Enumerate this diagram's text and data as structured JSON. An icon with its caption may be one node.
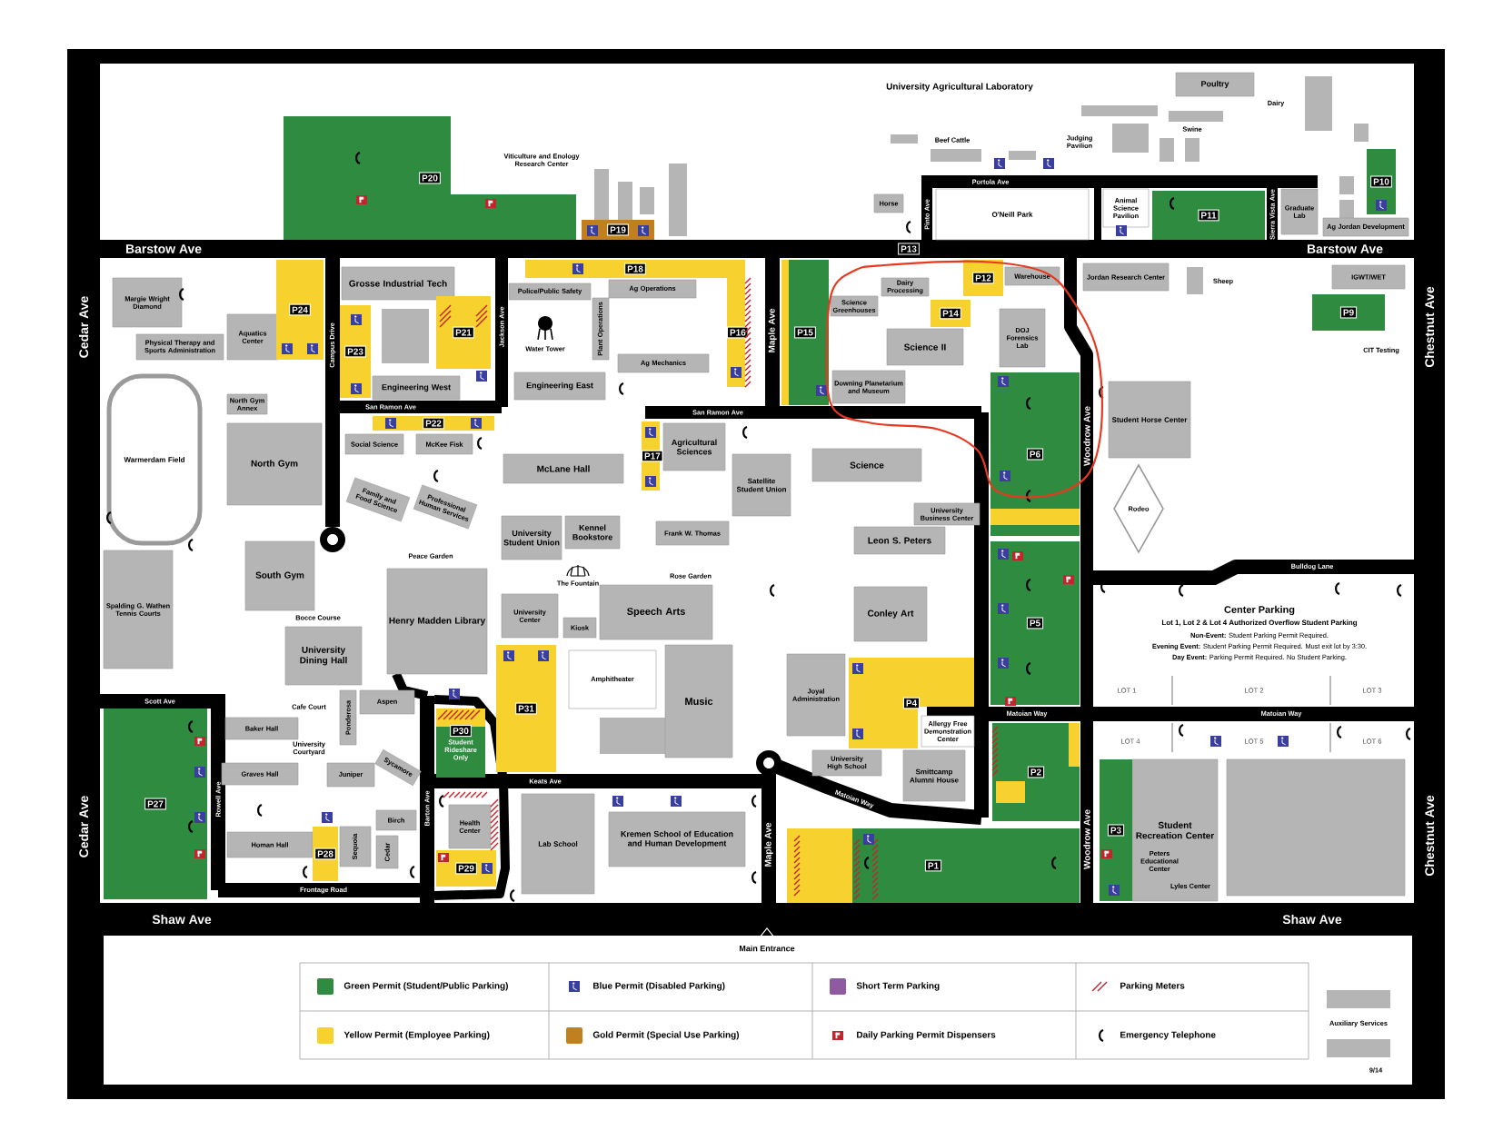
{
  "diagram": {
    "nodes": [
      {
        "text": [
          "Poultry"
        ]
      },
      {
        "text": [
          "Animal Science Pavilion"
        ]
      },
      {
        "text": [
          "O'Neill Park"
        ]
      },
      {
        "text": [
          "Horse"
        ]
      },
      {
        "text": [
          "Graduate Lab"
        ]
      },
      {
        "text": [
          "Ag Jordan Development"
        ]
      },
      {
        "text": [
          "Margie Wright Diamond"
        ]
      },
      {
        "text": [
          "Grosse Industrial Tech"
        ]
      },
      {
        "text": [
          "Police/Public Safety"
        ]
      },
      {
        "text": [
          "Ag Operations"
        ]
      },
      {
        "text": [
          "Plant Operations"
        ]
      },
      {
        "text": [
          "Ag Mechanics"
        ]
      },
      {
        "text": [
          "Engineering West"
        ]
      },
      {
        "text": [
          "Engineering East"
        ]
      },
      {
        "text": [
          "Jordan Research Center"
        ]
      },
      {
        "text": [
          "IGWT/WET"
        ]
      },
      {
        "text": [
          "Science Greenhouses"
        ]
      },
      {
        "text": [
          "Dairy Processing"
        ]
      },
      {
        "text": [
          "Warehouse"
        ]
      },
      {
        "text": [
          "Science II"
        ]
      },
      {
        "text": [
          "DOJ Forensics Lab"
        ]
      },
      {
        "text": [
          "Downing Planetarium and Museum"
        ]
      },
      {
        "text": [
          "Aquatics Center"
        ]
      },
      {
        "text": [
          "Physical Therapy and Sports Administration"
        ]
      },
      {
        "text": [
          "North Gym Annex"
        ]
      },
      {
        "text": [
          "Warmerdam Field"
        ]
      },
      {
        "text": [
          "Social Science"
        ]
      },
      {
        "text": [
          "McKee Fisk"
        ]
      },
      {
        "text": [
          "Student Horse Center"
        ]
      },
      {
        "text": [
          "Rodeo"
        ]
      },
      {
        "text": [
          "Agricultural Sciences"
        ]
      },
      {
        "text": [
          "Satellite Student Union"
        ]
      },
      {
        "text": [
          "Science"
        ]
      },
      {
        "text": [
          "McLane Hall"
        ]
      },
      {
        "text": [
          "North Gym"
        ]
      },
      {
        "text": [
          "Family and Food Science"
        ]
      },
      {
        "text": [
          "Professional Human Services"
        ]
      },
      {
        "text": [
          "University Business Center"
        ]
      },
      {
        "text": [
          "University Student Union"
        ]
      },
      {
        "text": [
          "Kennel Bookstore"
        ]
      },
      {
        "text": [
          "Frank W. Thomas"
        ]
      },
      {
        "text": [
          "Leon S. Peters"
        ]
      },
      {
        "text": [
          "South Gym"
        ]
      },
      {
        "text": [
          "Spalding G. Wathen Tennis Courts"
        ]
      },
      {
        "text": [
          "Henry Madden Library"
        ]
      },
      {
        "text": [
          "University Center"
        ]
      },
      {
        "text": [
          "Speech Arts"
        ]
      },
      {
        "text": [
          "Kiosk"
        ]
      },
      {
        "text": [
          "Conley Art"
        ]
      },
      {
        "text": [
          "University Dining Hall"
        ]
      },
      {
        "text": [
          "Amphitheater"
        ]
      },
      {
        "text": [
          "Music"
        ]
      },
      {
        "text": [
          "Joyal Administration"
        ]
      },
      {
        "text": [
          "Baker Hall"
        ]
      },
      {
        "text": [
          "Aspen"
        ]
      },
      {
        "text": [
          "Ponderosa"
        ]
      },
      {
        "text": [
          "University High School"
        ]
      },
      {
        "text": [
          "Allergy Free Demonstration Center"
        ]
      },
      {
        "text": [
          "Sycamore"
        ]
      },
      {
        "text": [
          "Juniper"
        ]
      },
      {
        "text": [
          "Smittcamp Alumni House"
        ]
      },
      {
        "text": [
          "Graves Hall"
        ]
      },
      {
        "text": [
          "Birch"
        ]
      },
      {
        "text": [
          "Health Center"
        ]
      },
      {
        "text": [
          "Lab School"
        ]
      },
      {
        "text": [
          "Kremen School of Education and Human Development"
        ]
      },
      {
        "text": [
          "Homan Hall"
        ]
      },
      {
        "text": [
          "Sequoia"
        ]
      },
      {
        "text": [
          "Cedar"
        ]
      },
      {
        "text": [
          "Student Recreation Center"
        ]
      },
      {
        "text": [],
        "shape": "box"
      },
      {
        "text": [
          "P20"
        ]
      },
      {
        "text": [
          "P19"
        ]
      },
      {
        "text": [
          "P18"
        ]
      },
      {
        "text": [
          "P16"
        ]
      },
      {
        "text": [
          "P21"
        ]
      },
      {
        "text": [
          "P24"
        ]
      },
      {
        "text": [
          "P23"
        ]
      },
      {
        "text": [
          "P22"
        ]
      },
      {
        "text": [
          "P11"
        ]
      },
      {
        "text": [
          "P10"
        ]
      },
      {
        "text": [
          "P13"
        ]
      },
      {
        "text": [
          "P12"
        ]
      },
      {
        "text": [
          "P15"
        ]
      },
      {
        "text": [
          "P14"
        ]
      },
      {
        "text": [
          "P9"
        ]
      },
      {
        "text": [
          "P17"
        ]
      },
      {
        "text": [
          "P6"
        ]
      },
      {
        "text": [
          "P5"
        ]
      },
      {
        "text": [
          "P4"
        ]
      },
      {
        "text": [
          "P31"
        ]
      },
      {
        "text": [
          "P30",
          "Student Rideshare Only"
        ]
      },
      {
        "text": [
          "P27"
        ]
      },
      {
        "text": [
          "P2"
        ]
      },
      {
        "text": [
          "P3"
        ]
      },
      {
        "text": [
          "P28"
        ]
      },
      {
        "text": [
          "P29"
        ]
      },
      {
        "text": [
          "P1"
        ]
      },
      {
        "text": [
          "Auxiliary Services"
        ]
      }
    ],
    "labels": [
      "University Agricultural Laboratory",
      "Dairy",
      "Judging Pavilion",
      "Swine",
      "Beef Cattle",
      "Viticulture and Enology Research Center",
      "Sheep",
      "Water Tower",
      "CIT Testing",
      "Peace Garden",
      "The Fountain",
      "Rose Garden",
      "Bocce Course",
      "Cafe Court",
      "University Courtyard",
      "Peters Educational Center",
      "Lyles Center",
      "Center Parking",
      "Lot 1, Lot 2 & Lot 4 Authorized Overflow Student Parking",
      "**Non-Event:** Student Parking Permit Required.",
      "**Evening Event:** Student Parking Permit Required. Must exit lot by 3:30.",
      "**Day Event:** Parking Permit Required. No Student Parking.",
      "LOT 1",
      "LOT 2",
      "LOT 3",
      "LOT 4",
      "LOT 5",
      "LOT 6",
      "Barstow Ave",
      "Barstow Ave",
      "Cedar Ave",
      "Cedar Ave",
      "Chestnut Ave",
      "Chestnut Ave",
      "Shaw Ave",
      "Shaw Ave",
      "Campus Drive",
      "Jackson Ave",
      "San Ramon Ave",
      "San Ramon Ave",
      "Maple Ave",
      "Maple Ave",
      "Portola Ave",
      "Pinto Ave",
      "Sierra Vista Ave",
      "Woodrow Ave",
      "Woodrow Ave",
      "Scott Ave",
      "Rowell Ave",
      "Keats Ave",
      "Barton Ave",
      "Frontage Road",
      "Matoian Way",
      "Matoian Way",
      "Matoian Way",
      "Bulldog Lane",
      "Main Entrance",
      "9/14"
    ],
    "legend": [
      {
        "text": "Green Permit (Student/Public Parking)",
        "color": "#2e8b3f"
      },
      {
        "text": "Blue Permit (Disabled Parking)"
      },
      {
        "text": "Short Term Parking",
        "color": "#8e5ba0"
      },
      {
        "text": "Parking Meters"
      },
      {
        "text": "Yellow Permit (Employee Parking)",
        "color": "#f7d12e"
      },
      {
        "text": "Gold Permit (Special Use Parking)",
        "color": "#c0801f"
      },
      {
        "text": "Daily Parking Permit Dispensers"
      },
      {
        "text": "Emergency Telephone"
      }
    ]
  }
}
